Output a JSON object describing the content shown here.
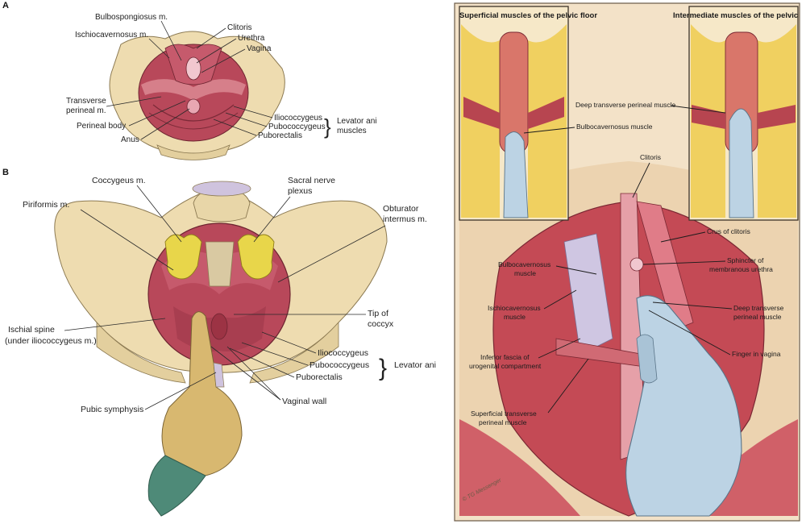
{
  "panel_left": {
    "A": {
      "letter": "A",
      "labels": {
        "bulbospongiosus": "Bulbospongiosus m.",
        "ischiocavernosus": "Ischiocavernosus m.",
        "clitoris": "Clitoris",
        "urethra": "Urethra",
        "vagina": "Vagina",
        "transverse_1": "Transverse",
        "transverse_2": "perineal m.",
        "perineal_body": "Perineal body",
        "anus": "Anus",
        "iliococcygeus": "Iliococcygeus",
        "pubococcygeus": "Pubococcygeus",
        "puborectalis": "Puborectalis",
        "levator_1": "Levator ani",
        "levator_2": "muscles"
      }
    },
    "B": {
      "letter": "B",
      "labels": {
        "coccygeus": "Coccygeus m.",
        "sacral_1": "Sacral nerve",
        "sacral_2": "plexus",
        "piriformis": "Piriformis m.",
        "obturator_1": "Obturator",
        "obturator_2": "intermus m.",
        "tip_1": "Tip of",
        "tip_2": "coccyx",
        "ischial_1": "Ischial spine",
        "ischial_2": "(under iliococcygeus m.)",
        "iliococcygeus": "Iliococcygeus",
        "pubococcygeus": "Pubococcygeus",
        "puborectalis": "Puborectalis",
        "levator": "Levator ani",
        "pubic": "Pubic symphysis",
        "vaginal_wall": "Vaginal wall"
      }
    }
  },
  "panel_right": {
    "inset_left_title": "Superficial muscles of the pelvic floor",
    "inset_right_title": "Intermediate muscles of the pelvic floor",
    "labels": {
      "deep_transverse_inset": "Deep transverse perineal muscle",
      "bulbocavernosus_inset": "Bulbocavernosus muscle",
      "clitoris": "Clitoris",
      "crus": "Crus of clitoris",
      "bulbo_1": "Bulbocavernosus",
      "bulbo_2": "muscle",
      "sphincter_1": "Sphincter of",
      "sphincter_2": "membranous urethra",
      "ischio_1": "Ischiocavernosus",
      "ischio_2": "muscle",
      "deep_1": "Deep transverse",
      "deep_2": "perineal muscle",
      "finger": "Finger in vagina",
      "inferior_1": "Inferior fascia of",
      "inferior_2": "urogenital compartment",
      "superficial_1": "Superficial transverse",
      "superficial_2": "perineal muscle",
      "signature": "© TG Messenger"
    }
  },
  "colors": {
    "bone": "#eedcb0",
    "muscle": "#b8485a",
    "muscle_light": "#d67f8a",
    "nerve": "#e8d64a",
    "glove_tan": "#d8b870",
    "glove_blue": "#bcd3e4",
    "fat": "#f0d060"
  }
}
